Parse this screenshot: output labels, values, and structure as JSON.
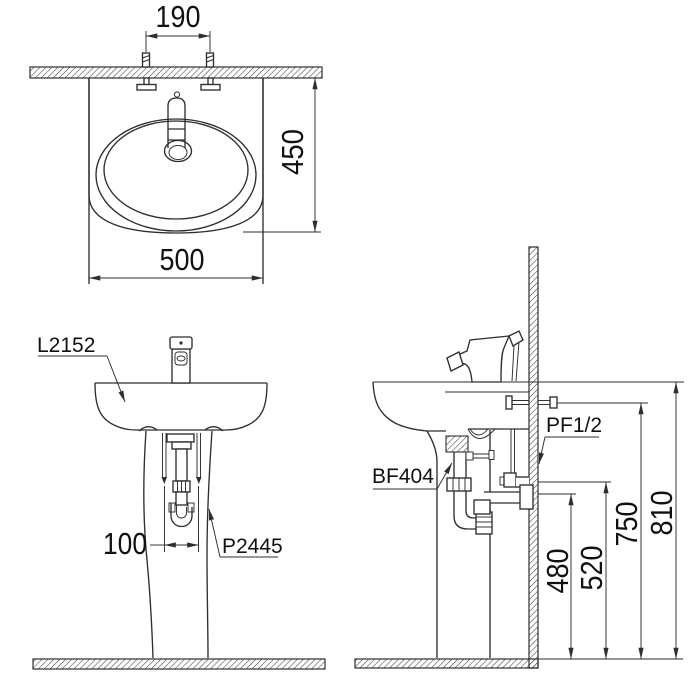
{
  "colors": {
    "line": "#2e2e2e",
    "text": "#111111",
    "background": "#ffffff"
  },
  "views": {
    "top": {
      "dims": {
        "hole_spacing": "190",
        "depth": "450",
        "width": "500"
      }
    },
    "front": {
      "labels": {
        "lavatory": "L2152",
        "pedestal": "P2445"
      },
      "dims": {
        "drain_width": "100"
      }
    },
    "side": {
      "labels": {
        "waste": "BF404",
        "supply": "PF1/2"
      },
      "dims": {
        "waste_outlet_height": "480",
        "supply_height": "520",
        "mount_hole_height": "750",
        "rim_height": "810"
      }
    }
  }
}
